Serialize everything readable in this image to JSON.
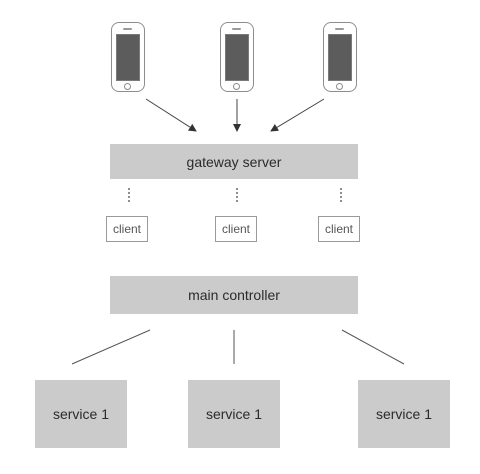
{
  "gateway": {
    "label": "gateway server"
  },
  "clients": [
    {
      "label": "client"
    },
    {
      "label": "client"
    },
    {
      "label": "client"
    }
  ],
  "controller": {
    "label": "main controller"
  },
  "services": [
    {
      "label": "service 1"
    },
    {
      "label": "service 1"
    },
    {
      "label": "service 1"
    }
  ],
  "colors": {
    "box_fill": "#cbcbcb",
    "line": "#444444",
    "phone_screen": "#5c5c5c"
  }
}
